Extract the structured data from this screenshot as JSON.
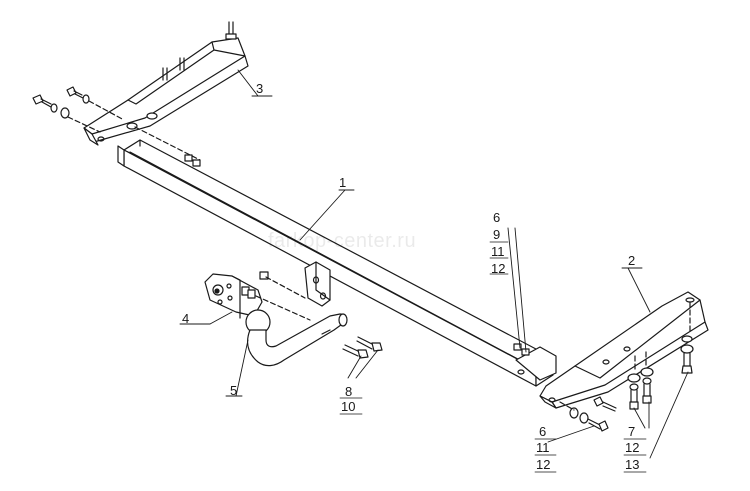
{
  "watermark": "farkop-center.ru",
  "callouts": {
    "c1": "1",
    "c2": "2",
    "c3": "3",
    "c4": "4",
    "c5": "5",
    "mid_6": "6",
    "mid_9": "9",
    "mid_11": "11",
    "mid_12": "12",
    "c8": "8",
    "c10": "10",
    "bl_6": "6",
    "bl_11": "11",
    "bl_12": "12",
    "br_7": "7",
    "br_12": "12",
    "br_13": "13"
  },
  "colors": {
    "line": "#1a1a1a",
    "background": "#ffffff"
  }
}
